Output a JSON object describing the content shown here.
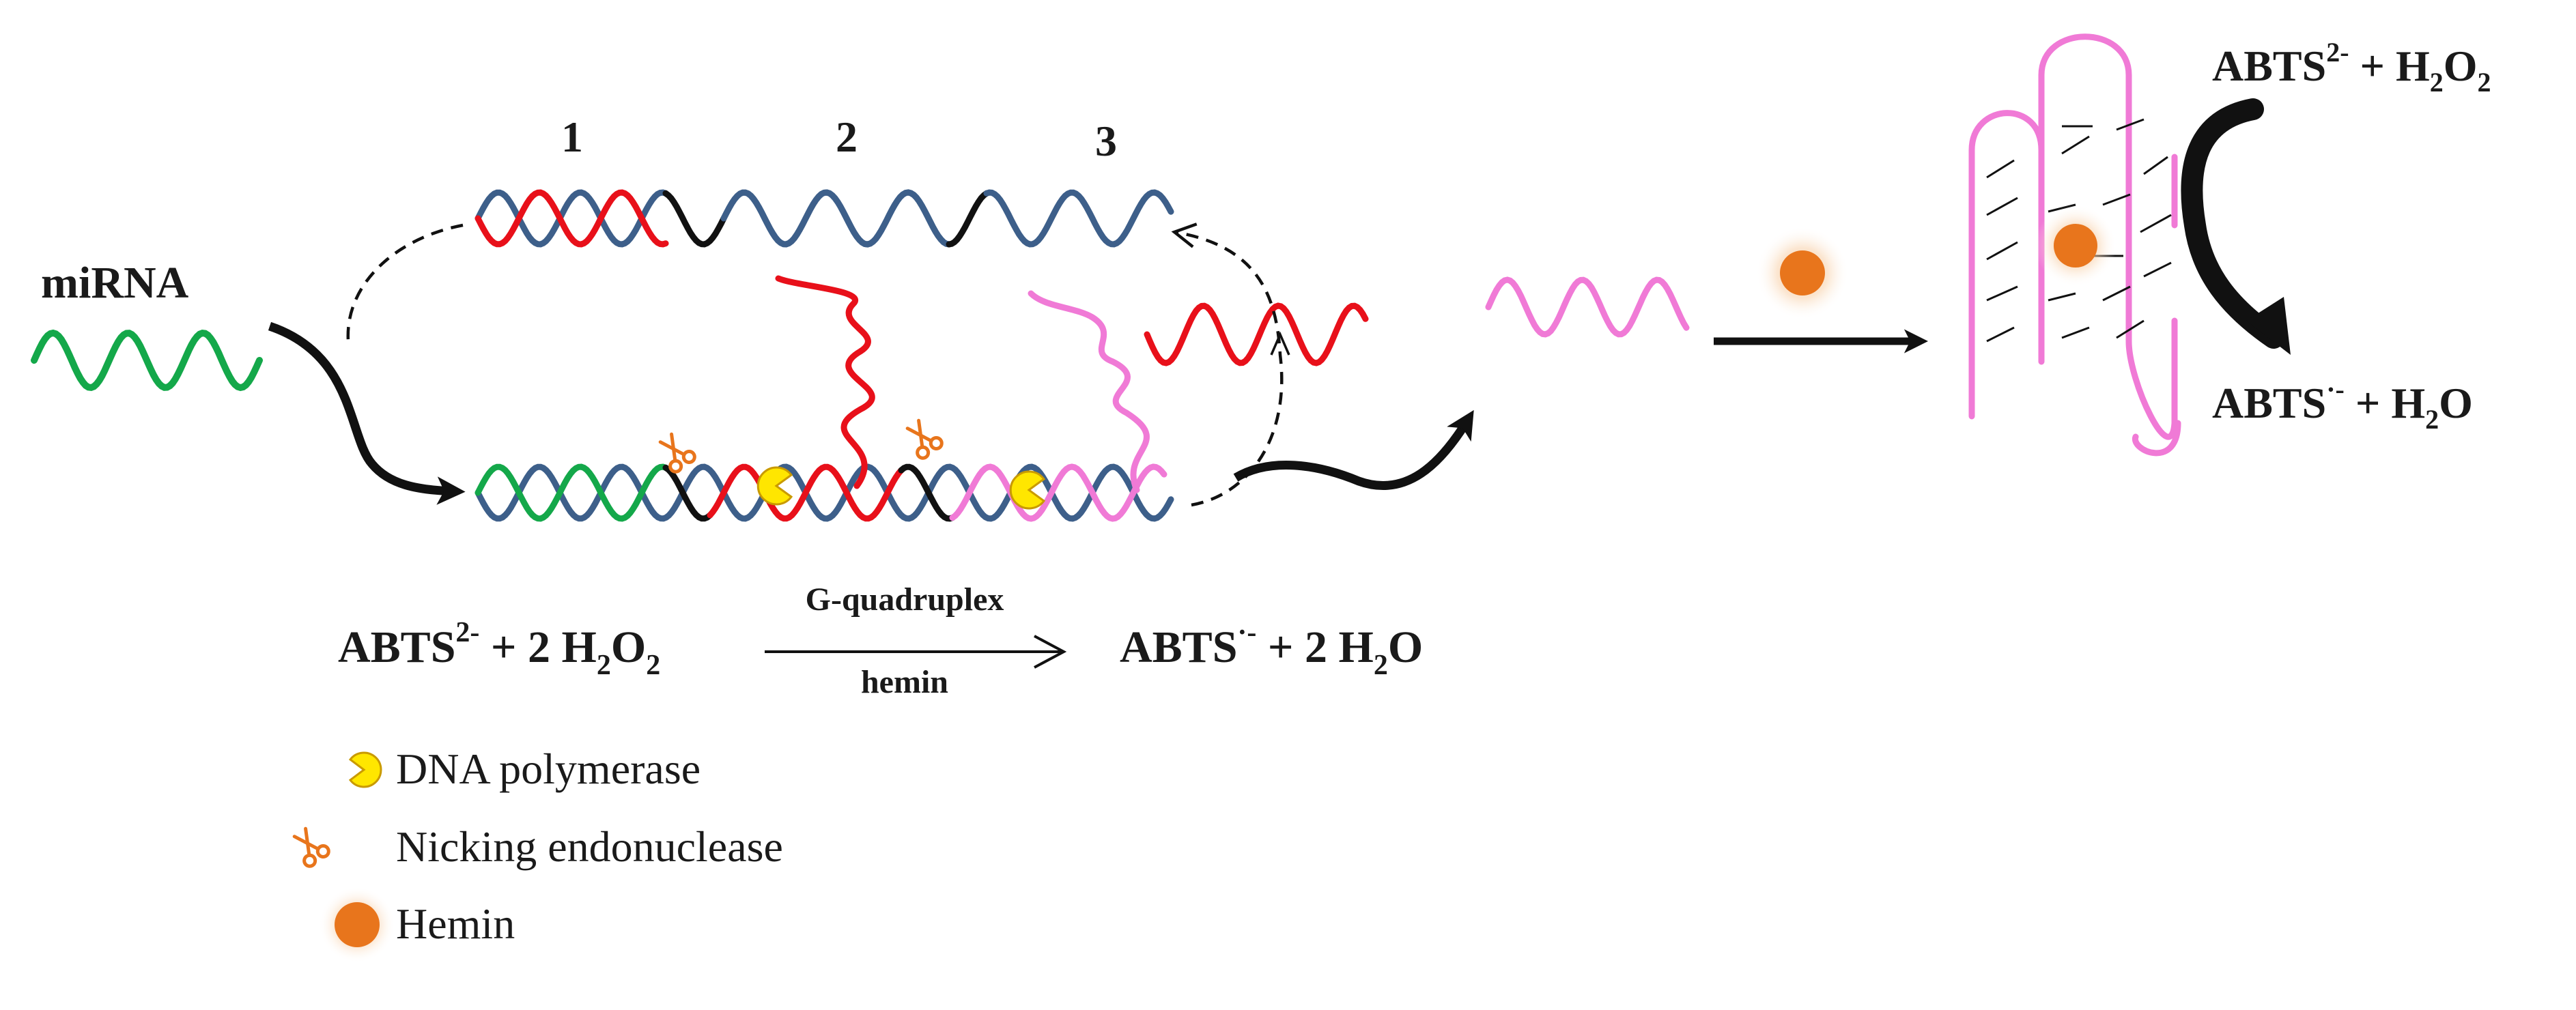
{
  "segment_labels": [
    "1",
    "2",
    "3"
  ],
  "input_label": "miRNA",
  "reaction": {
    "reactant": "ABTS",
    "reactant_charge": "2-",
    "plus_peroxide": " + 2 H",
    "peroxide_sub1": "2",
    "peroxide_o": "O",
    "peroxide_sub2": "2",
    "catalyst_above": "G-quadruplex",
    "catalyst_below": "hemin",
    "product": "ABTS",
    "product_charge": "·-",
    "plus_water": " + 2 H",
    "water_sub": "2",
    "water_o": "O"
  },
  "cycle": {
    "top_reactant": "ABTS",
    "top_charge": "2-",
    "top_plus": " + H",
    "top_sub1": "2",
    "top_o": "O",
    "top_sub2": "2",
    "bottom_product": "ABTS",
    "bottom_charge": "·-",
    "bottom_plus": " + H",
    "bottom_sub": "2",
    "bottom_o": "O"
  },
  "legend": [
    {
      "icon": "pacman-icon",
      "label": "DNA polymerase"
    },
    {
      "icon": "scissors-icon",
      "label": "Nicking endonuclease"
    },
    {
      "icon": "hemin-icon",
      "label": "Hemin"
    }
  ],
  "colors": {
    "template": "#3d5f8a",
    "primer_red": "#e8101a",
    "black": "#111111",
    "mirna_green": "#14a84a",
    "g4_pink": "#f07ad6",
    "hemin": "#e8751c",
    "polymerase": "#ffe600",
    "scissors": "#e8751c"
  }
}
